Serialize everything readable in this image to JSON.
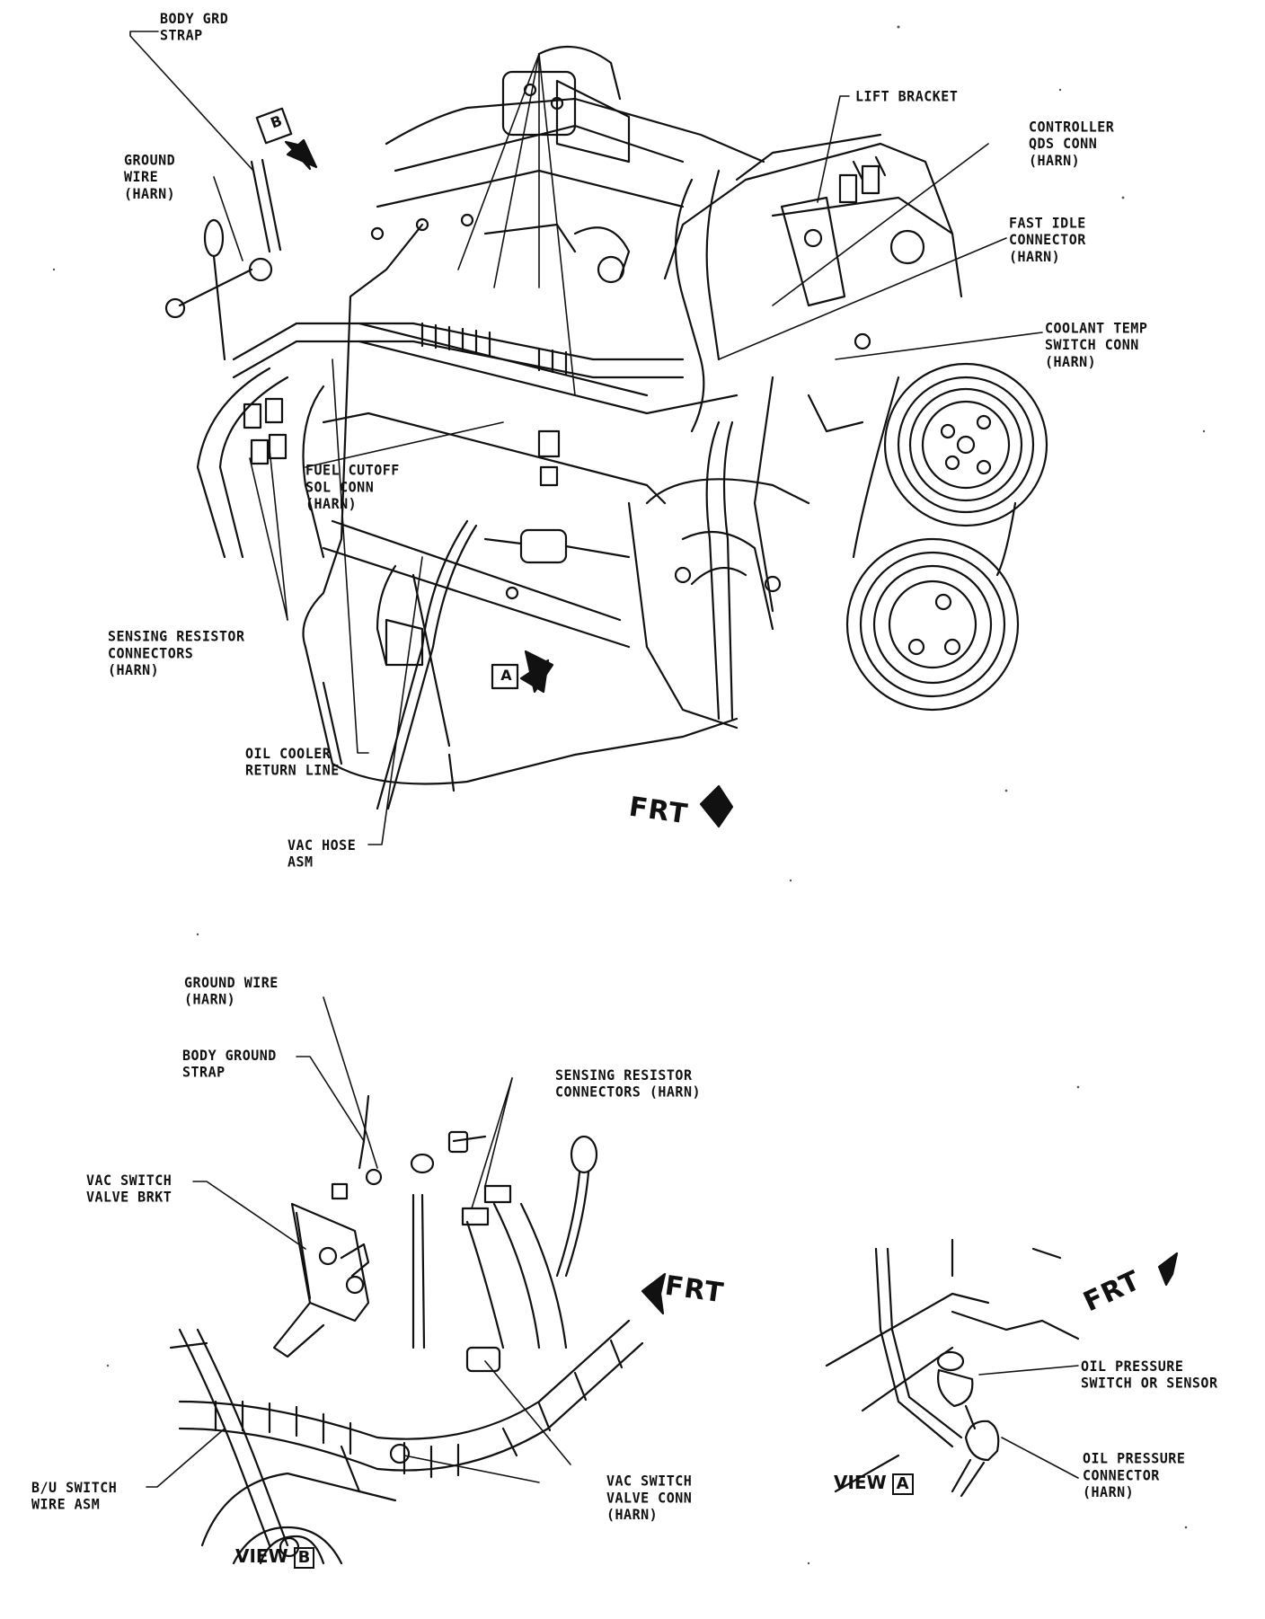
{
  "main_view": {
    "labels": {
      "body_grd_strap": [
        "BODY GRD",
        "STRAP"
      ],
      "ground_wire": [
        "GROUND",
        "WIRE",
        "(HARN)"
      ],
      "lift_bracket": [
        "LIFT BRACKET"
      ],
      "controller_qds": [
        "CONTROLLER",
        "QDS CONN",
        "(HARN)"
      ],
      "fast_idle": [
        "FAST IDLE",
        "CONNECTOR",
        "(HARN)"
      ],
      "coolant_temp": [
        "COOLANT TEMP",
        "SWITCH CONN",
        "(HARN)"
      ],
      "fuel_cutoff": [
        "FUEL CUTOFF",
        "SOL CONN",
        "(HARN)"
      ],
      "sensing_resistor": [
        "SENSING RESISTOR",
        "CONNECTORS",
        "(HARN)"
      ],
      "oil_cooler": [
        "OIL COOLER",
        "RETURN LINE"
      ],
      "vac_hose": [
        "VAC HOSE",
        "ASM"
      ]
    },
    "callout_b": "B",
    "callout_a": "A",
    "frt": "FRT"
  },
  "view_b": {
    "labels": {
      "ground_wire": [
        "GROUND WIRE",
        "(HARN)"
      ],
      "body_ground_strap": [
        "BODY GROUND",
        "STRAP"
      ],
      "sensing_resistor": [
        "SENSING RESISTOR",
        "CONNECTORS (HARN)"
      ],
      "vac_switch_brkt": [
        "VAC SWITCH",
        "VALVE BRKT"
      ],
      "vac_switch_conn": [
        "VAC SWITCH",
        "VALVE CONN",
        "(HARN)"
      ],
      "bu_switch": [
        "B/U SWITCH",
        "WIRE ASM"
      ]
    },
    "frt": "FRT",
    "view_word": "VIEW",
    "view_letter": "B"
  },
  "view_a": {
    "labels": {
      "oil_pressure_switch": [
        "OIL PRESSURE",
        "SWITCH OR SENSOR"
      ],
      "oil_pressure_connector": [
        "OIL PRESSURE",
        "CONNECTOR",
        "(HARN)"
      ]
    },
    "frt": "FRT",
    "view_word": "VIEW",
    "view_letter": "A"
  },
  "colors": {
    "ink": "#111111",
    "paper": "#ffffff"
  }
}
